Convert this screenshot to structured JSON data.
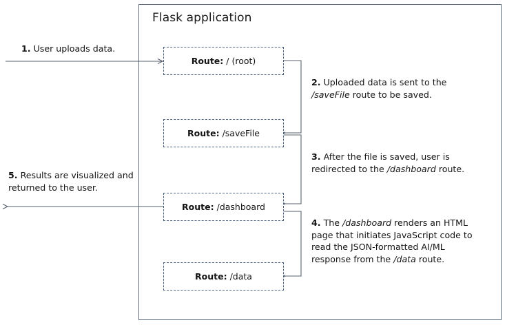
{
  "diagram": {
    "title": "Flask application",
    "container_border_color": "#5a6a7a",
    "box_border_color": "#4a6080",
    "arrow_color": "#55606b",
    "text_color": "#141414"
  },
  "routes": [
    {
      "id": "root",
      "label": "Route:",
      "path": "/ (root)"
    },
    {
      "id": "savefile",
      "label": "Route:",
      "path": "/saveFile"
    },
    {
      "id": "dashboard",
      "label": "Route:",
      "path": "/dashboard"
    },
    {
      "id": "data",
      "label": "Route:",
      "path": "/data"
    }
  ],
  "steps": [
    {
      "number": "1.",
      "text": "User uploads data.",
      "full": "1. User uploads data."
    },
    {
      "number": "2.",
      "line1": "Uploaded data is sent to the",
      "emphasis": "/saveFile",
      "line2": "route to be saved.",
      "full": "2. Uploaded data is sent to the /saveFile route to be saved."
    },
    {
      "number": "3.",
      "line1": "After the file is saved, user is",
      "line2": "redirected to the",
      "emphasis": "/dashboard",
      "line3": "route.",
      "full": "3. After the file is saved, user is redirected to the /dashboard route."
    },
    {
      "number": "4.",
      "line1": "The",
      "emphasis": "/dashboard",
      "line2": "renders an HTML page that initiates JavaScript code to read the JSON-formatted AI/ML response from the",
      "emphasis2": "/data",
      "line3": "route.",
      "full": "4. The /dashboard renders an HTML page that initiates JavaScript code to read the JSON-formatted AI/ML response from the /data route."
    },
    {
      "number": "5.",
      "line1": "Results are visualized",
      "line2": "and returned to the user.",
      "full": "5. Results are visualized and returned to the user."
    }
  ]
}
